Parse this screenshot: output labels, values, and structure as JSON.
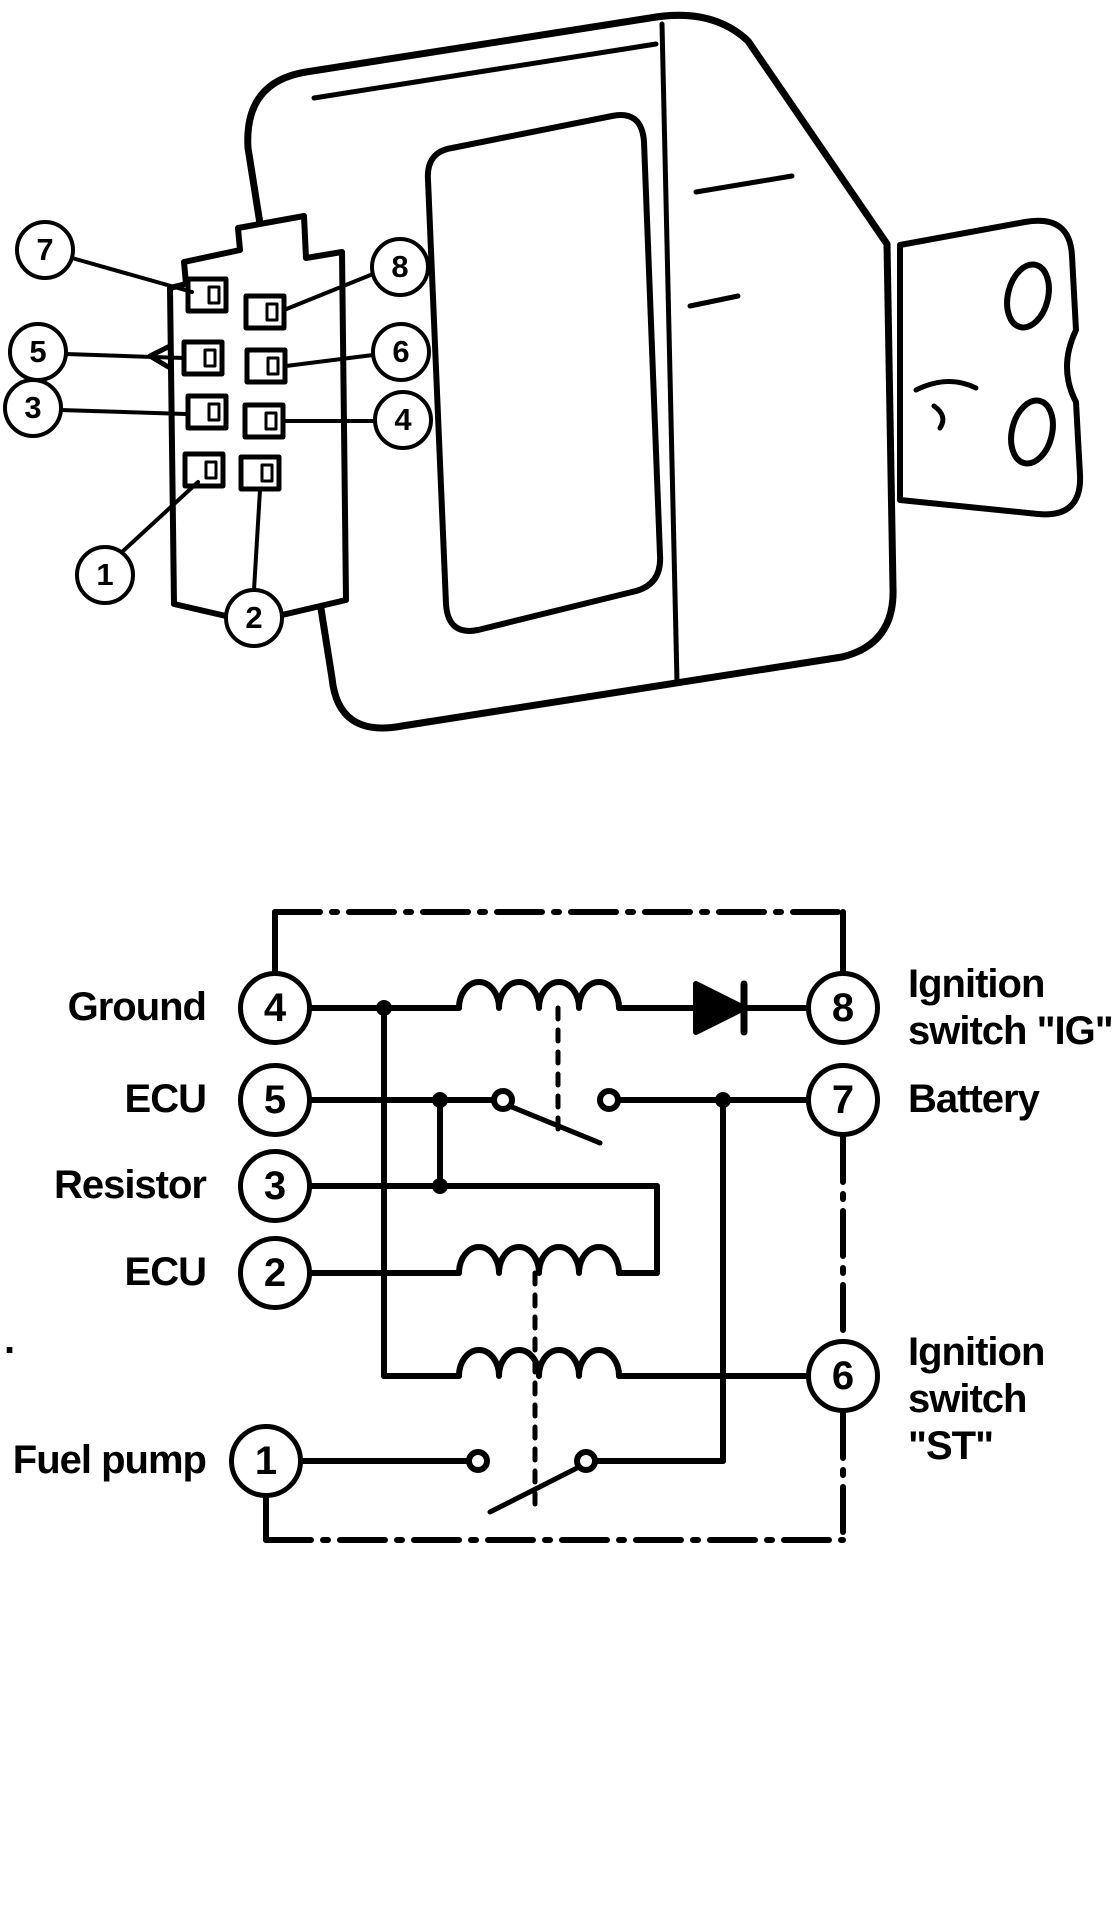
{
  "figure": {
    "callouts": [
      "7",
      "8",
      "5",
      "6",
      "3",
      "4",
      "1",
      "2"
    ]
  },
  "schematic": {
    "left": [
      {
        "n": "4",
        "label": "Ground"
      },
      {
        "n": "5",
        "label": "ECU"
      },
      {
        "n": "3",
        "label": "Resistor"
      },
      {
        "n": "2",
        "label": "ECU"
      },
      {
        "n": "1",
        "label": "Fuel pump"
      }
    ],
    "right": [
      {
        "n": "8",
        "label1": "Ignition",
        "label2": "switch \"IG\""
      },
      {
        "n": "7",
        "label1": "Battery",
        "label2": ""
      },
      {
        "n": "6",
        "label1": "Ignition",
        "label2": "switch \"ST\""
      }
    ],
    "artifact_dot": "."
  }
}
